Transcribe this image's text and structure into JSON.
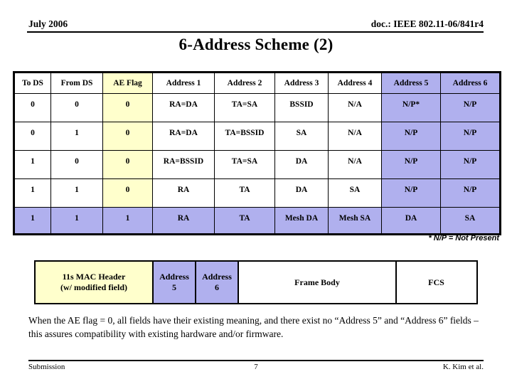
{
  "header": {
    "date": "July 2006",
    "doc": "doc.: IEEE 802.11-06/841r4"
  },
  "title": "6-Address Scheme (2)",
  "colors": {
    "ae_flag_highlight": "#FFFFCC",
    "address56_highlight": "#B0B0EE",
    "border": "#000000",
    "page_background": "#FFFFFF"
  },
  "table": {
    "columns": [
      "To DS",
      "From DS",
      "AE Flag",
      "Address 1",
      "Address 2",
      "Address 3",
      "Address 4",
      "Address 5",
      "Address 6"
    ],
    "rows": [
      [
        "0",
        "0",
        "0",
        "RA=DA",
        "TA=SA",
        "BSSID",
        "N/A",
        "N/P*",
        "N/P"
      ],
      [
        "0",
        "1",
        "0",
        "RA=DA",
        "TA=BSSID",
        "SA",
        "N/A",
        "N/P",
        "N/P"
      ],
      [
        "1",
        "0",
        "0",
        "RA=BSSID",
        "TA=SA",
        "DA",
        "N/A",
        "N/P",
        "N/P"
      ],
      [
        "1",
        "1",
        "0",
        "RA",
        "TA",
        "DA",
        "SA",
        "N/P",
        "N/P"
      ],
      [
        "1",
        "1",
        "1",
        "RA",
        "TA",
        "Mesh DA",
        "Mesh SA",
        "DA",
        "SA"
      ]
    ]
  },
  "note": "* N/P = Not Present",
  "frame_diagram": {
    "cells": [
      {
        "line1": "11s MAC Header",
        "line2": "(w/ modified field)"
      },
      {
        "line1": "Address",
        "line2": "5"
      },
      {
        "line1": "Address",
        "line2": "6"
      },
      {
        "line1": "Frame Body",
        "line2": ""
      },
      {
        "line1": "FCS",
        "line2": ""
      }
    ]
  },
  "body_text": "When the AE flag = 0, all fields have their existing meaning, and there exist no “Address 5” and “Address 6” fields – this assures compatibility with existing hardware and/or firmware.",
  "footer": {
    "left": "Submission",
    "page": "7",
    "right": "K. Kim et al."
  }
}
